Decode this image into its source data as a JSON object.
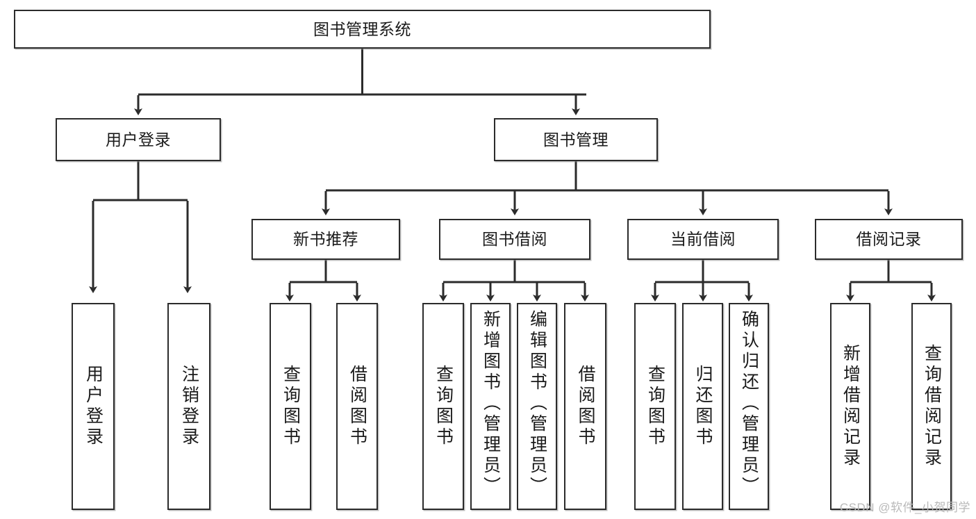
{
  "diagram": {
    "title": "图书管理系统",
    "type": "tree-hierarchy-functional-decomposition",
    "root": {
      "id": "root",
      "label": "图书管理系统",
      "orientation": "horizontal"
    },
    "level2": [
      {
        "id": "user-login",
        "label": "用户登录",
        "orientation": "horizontal"
      },
      {
        "id": "book-management",
        "label": "图书管理",
        "orientation": "horizontal"
      }
    ],
    "level3": [
      {
        "id": "new-book-recommend",
        "label": "新书推荐",
        "orientation": "horizontal",
        "parent": "book-management"
      },
      {
        "id": "book-borrow",
        "label": "图书借阅",
        "orientation": "horizontal",
        "parent": "book-management"
      },
      {
        "id": "current-borrow",
        "label": "当前借阅",
        "orientation": "horizontal",
        "parent": "book-management"
      },
      {
        "id": "borrow-record",
        "label": "借阅记录",
        "orientation": "horizontal",
        "parent": "book-management"
      }
    ],
    "leaves": [
      {
        "id": "leaf-user-login",
        "label": "用户登录",
        "parent": "user-login",
        "orientation": "vertical"
      },
      {
        "id": "leaf-logout-login",
        "label": "注销登录",
        "parent": "user-login",
        "orientation": "vertical"
      },
      {
        "id": "leaf-query-book-1",
        "label": "查询图书",
        "parent": "new-book-recommend",
        "orientation": "vertical"
      },
      {
        "id": "leaf-borrow-book-1",
        "label": "借阅图书",
        "parent": "new-book-recommend",
        "orientation": "vertical"
      },
      {
        "id": "leaf-query-book-2",
        "label": "查询图书",
        "parent": "book-borrow",
        "orientation": "vertical"
      },
      {
        "id": "leaf-add-book",
        "label": "新增图书（管理员）",
        "parent": "book-borrow",
        "orientation": "vertical"
      },
      {
        "id": "leaf-edit-book",
        "label": "编辑图书（管理员）",
        "parent": "book-borrow",
        "orientation": "vertical"
      },
      {
        "id": "leaf-borrow-book-2",
        "label": "借阅图书",
        "parent": "book-borrow",
        "orientation": "vertical"
      },
      {
        "id": "leaf-query-book-3",
        "label": "查询图书",
        "parent": "current-borrow",
        "orientation": "vertical"
      },
      {
        "id": "leaf-return-book",
        "label": "归还图书",
        "parent": "current-borrow",
        "orientation": "vertical"
      },
      {
        "id": "leaf-confirm-return",
        "label": "确认归还（管理员）",
        "parent": "current-borrow",
        "orientation": "vertical"
      },
      {
        "id": "leaf-add-record",
        "label": "新增借阅记录",
        "parent": "borrow-record",
        "orientation": "vertical"
      },
      {
        "id": "leaf-query-record",
        "label": "查询借阅记录",
        "parent": "borrow-record",
        "orientation": "vertical"
      }
    ],
    "watermark": "CSDN @软件_小贺同学",
    "colors": {
      "stroke": "#2b2b2b",
      "fill": "#ffffff",
      "text": "#1a1a1a",
      "watermark": "#b9b9b9",
      "background": "#ffffff"
    }
  }
}
